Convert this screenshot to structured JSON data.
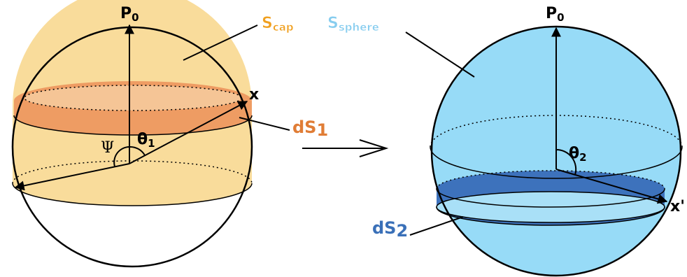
{
  "left_sphere": {
    "pole_label": "P",
    "pole_sub": "0",
    "region_label": "S",
    "region_sub": "cap",
    "strip_label": "dS",
    "strip_sub": "1",
    "point_label": "x",
    "angle_label": "θ",
    "angle_sub": "1",
    "psi_label": "Ψ"
  },
  "right_sphere": {
    "pole_label": "P",
    "pole_sub": "0",
    "region_label": "S",
    "region_sub": "sphere",
    "strip_label": "dS",
    "strip_sub": "2",
    "point_label": "x'",
    "angle_label": "θ",
    "angle_sub": "2"
  },
  "colors": {
    "cap_fill": "#f9dc9b",
    "strip1_fill": "#ee9c63",
    "sphere_fill": "#97dbf7",
    "strip2_fill": "#3d72bc",
    "cap_label": "#f0a020",
    "sphere_label": "#87cdef",
    "ds1_label": "#e07d36",
    "ds2_label": "#3a70b8"
  }
}
